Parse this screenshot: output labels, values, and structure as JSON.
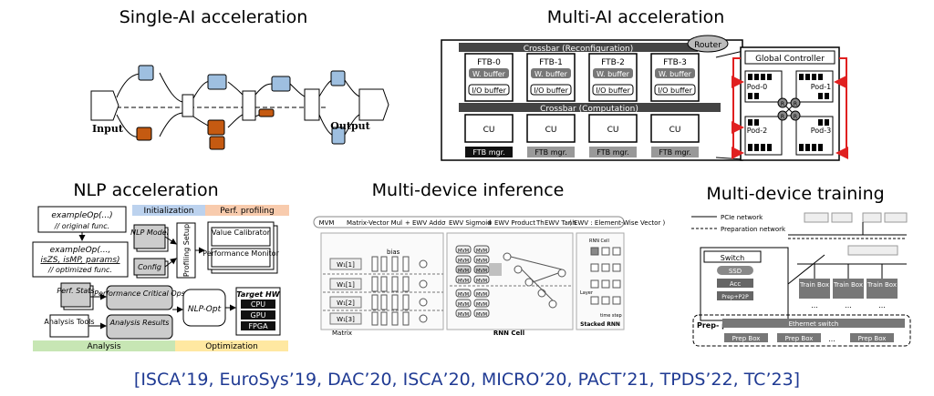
{
  "titles": {
    "single_ai": "Single-AI acceleration",
    "multi_ai": "Multi-AI acceleration",
    "nlp": "NLP acceleration",
    "multi_inference": "Multi-device inference",
    "multi_training": "Multi-device training"
  },
  "single_ai": {
    "input": "Input",
    "output": "Output"
  },
  "multi_ai": {
    "router": "Router",
    "crossbar_reconf": "Crossbar (Reconfiguration)",
    "crossbar_comp": "Crossbar (Computation)",
    "global_controller": "Global Controller",
    "w_buffer": "W. buffer",
    "io_buffer": "I/O buffer",
    "cu": "CU",
    "ftb_mgr": "FTB mgr.",
    "ftbs": [
      "FTB-0",
      "FTB-1",
      "FTB-2",
      "FTB-3"
    ],
    "pods": [
      "Pod-0",
      "Pod-1",
      "Pod-2",
      "Pod-3"
    ],
    "node_labels": [
      "R",
      "R",
      "R",
      "R"
    ]
  },
  "nlp": {
    "example_op": "exampleOp(...)",
    "original_func": "// original func.",
    "example_op2": "exampleOp(...,",
    "params_line": "isZS, isMP, params)",
    "optimized_func": "// optimized func.",
    "initialization": "Initialization",
    "perf_profiling": "Perf. profiling",
    "nlp_model": "NLP Model",
    "config": "Config",
    "profiling_setup": "Profiling Setup",
    "value_calibrator": "Value Calibrator",
    "performance_monitor": "Performance Monitor",
    "perf_stats": "Perf. Stats",
    "critical_ops": "Performance Critical Ops",
    "analysis_tools": "Analysis Tools",
    "analysis_results": "Analysis Results",
    "nlp_opt": "NLP-Opt",
    "target_hw": "Target HW",
    "hw": [
      "CPU",
      "GPU",
      "FPGA"
    ],
    "analysis": "Analysis",
    "optimization": "Optimization"
  },
  "inference": {
    "legend": "Matrix-Vector Mul",
    "legend_items": [
      "EWV Add",
      "EWV Sigmoid",
      "EWV Product",
      "EWV Tanh"
    ],
    "legend_note": "( EWV : Element-Wise Vector )",
    "legend_badges": [
      "MVM",
      "+",
      "σ",
      "⊗",
      "Th"
    ],
    "bias": "bias",
    "weights": [
      "W₁[1]",
      "W₁[1]",
      "W₁[2]",
      "W₁[3]"
    ],
    "mvm": "MVM",
    "matrix": "Matrix",
    "rnn_cell": "RNN Cell",
    "stacked_rnn": "Stacked RNN",
    "rnn_cell_small": "RNN Cell",
    "layer": "Layer",
    "time_step": "time step"
  },
  "training": {
    "pcie": "PCIe network",
    "prep_net": "Preparation network",
    "switch": "Switch",
    "ssd": "SSD",
    "acc": "Acc",
    "prep_p2p": "Prep+P2P",
    "train_box": "Train Box",
    "ellipsis": "...",
    "prep_pool": "Prep- pool",
    "ethernet": "Ethernet switch",
    "prep_box": "Prep Box"
  },
  "citation": "[ISCA’19, EuroSys’19, DAC’20, ISCA’20, MICRO’20, PACT’21, TPDS’22, TC’23]",
  "colors": {
    "blue_node": "#9ebfe0",
    "orange_node": "#c55a11",
    "crimson": "#e02020",
    "citation": "#1f3a93",
    "analysis_bar": "#c7e6b4",
    "optimization_bar": "#ffe8a1",
    "init_bar": "#bcd2ee",
    "profiling_bar": "#f8cbad"
  }
}
